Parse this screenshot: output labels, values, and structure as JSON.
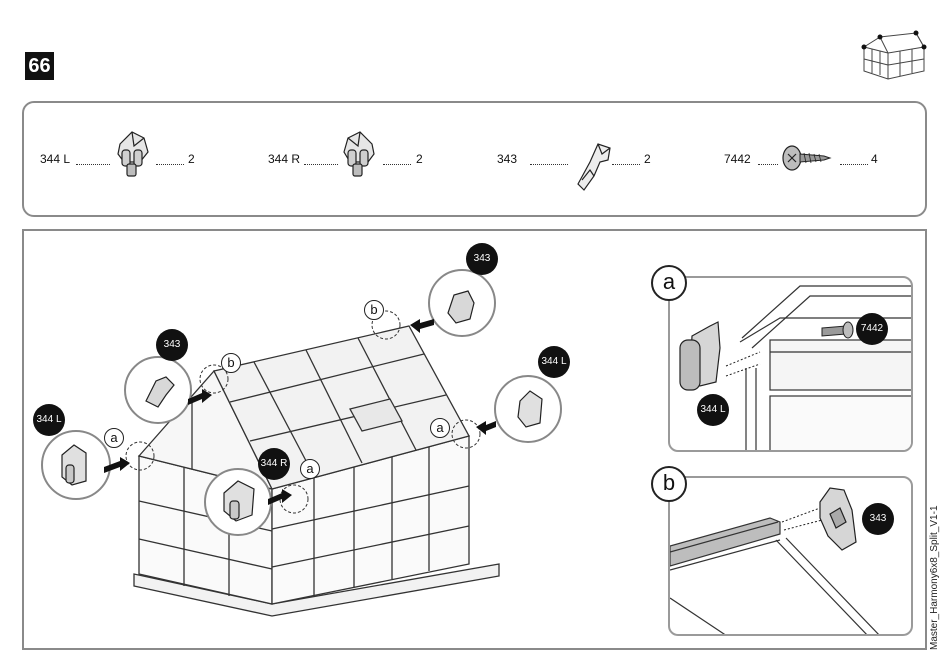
{
  "step_number": "66",
  "parts": [
    {
      "code": "344 L",
      "qty": "2",
      "icon": "corner-connector-left-icon"
    },
    {
      "code": "344 R",
      "qty": "2",
      "icon": "corner-connector-right-icon"
    },
    {
      "code": "343",
      "qty": "2",
      "icon": "ridge-cap-icon"
    },
    {
      "code": "7442",
      "qty": "4",
      "icon": "screw-icon"
    }
  ],
  "callouts": {
    "badge_343_top": "343",
    "badge_343_left": "343",
    "badge_344l_right": "344 L",
    "badge_344l_left": "344 L",
    "badge_344r": "344 R",
    "label_a": "a",
    "label_b": "b"
  },
  "detail_a": {
    "letter": "a",
    "badge_7442": "7442",
    "badge_344l": "344 L"
  },
  "detail_b": {
    "letter": "b",
    "badge_343": "343"
  },
  "footer_code": "Master_Harmony6x8_Split_V1-1"
}
